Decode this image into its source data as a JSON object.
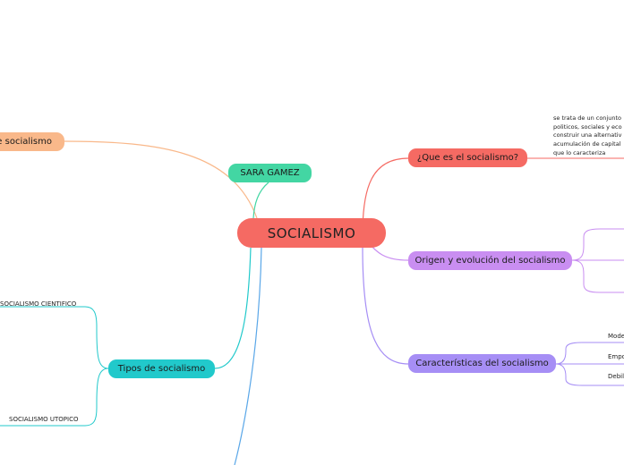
{
  "central": {
    "label": "SOCIALISMO"
  },
  "author": {
    "label": "SARA GAMEZ"
  },
  "left_partial": {
    "label": "de socialismo"
  },
  "types": {
    "label": "Tipos de socialismo",
    "children": [
      "SOCIALISMO CIENTIFICO",
      "SOCIALISMO UTOPICO"
    ]
  },
  "what": {
    "label": "¿Que es el socialismo?",
    "paragraph": [
      "se trata de un conjunto",
      "politicos, sociales y eco",
      "construir una alternativ",
      "acumulación de capital",
      "que lo caracteriza"
    ]
  },
  "origin": {
    "label": "Origen y evolución del socialismo"
  },
  "features": {
    "label": "Características del socialismo",
    "children": [
      "Mode",
      "Empo",
      "Debili"
    ]
  },
  "colors": {
    "central": "#f56a63",
    "author": "#43d6a3",
    "left_partial": "#f9b88a",
    "types": "#21c9cb",
    "what": "#f56a63",
    "origin": "#c98ef1",
    "features": "#a68ef5"
  }
}
